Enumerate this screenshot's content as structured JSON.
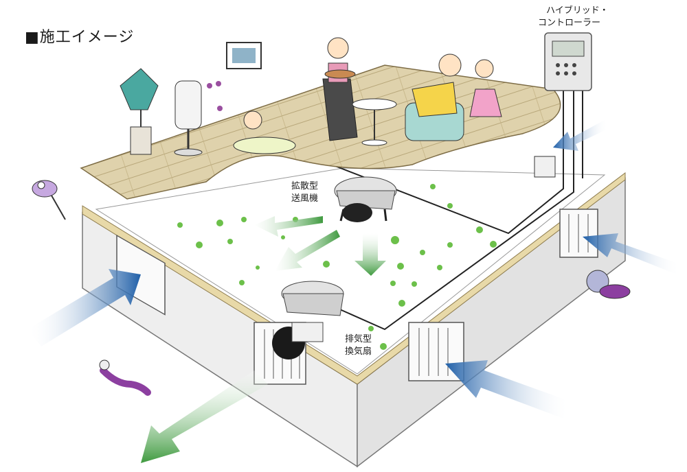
{
  "title": "■施工イメージ",
  "controller": {
    "label_line1": "ハイブリッド・",
    "label_line2": "コントローラー"
  },
  "diffuser_fan": {
    "label_line1": "拡散型",
    "label_line2": "送風機"
  },
  "exhaust_fan": {
    "label_line1": "排気型",
    "label_line2": "換気扇"
  },
  "colors": {
    "airflow_in": "#1f5fa8",
    "airflow_out": "#3f9a3f",
    "particles": "#6cc04a",
    "floor": "#dccfa8",
    "foundation": "#eeeeee"
  }
}
